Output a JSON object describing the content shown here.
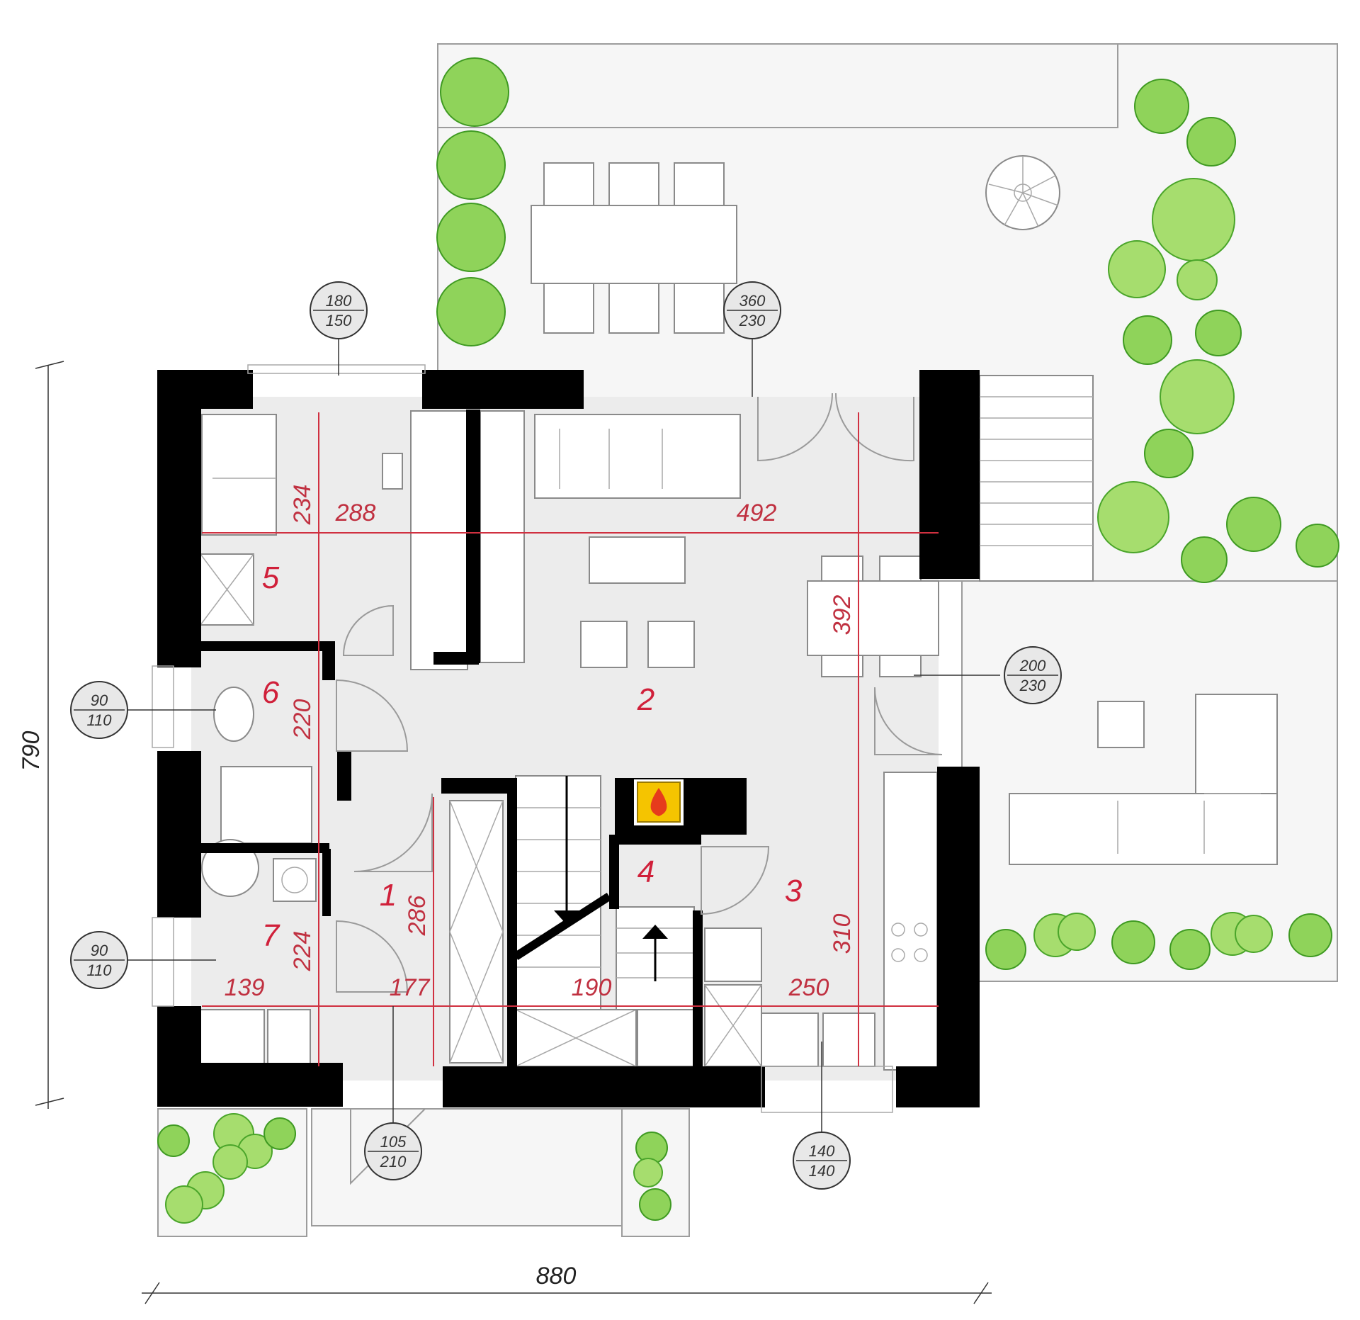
{
  "overall": {
    "height": "790",
    "width": "880"
  },
  "rooms": [
    {
      "number": "1"
    },
    {
      "number": "2"
    },
    {
      "number": "3"
    },
    {
      "number": "4"
    },
    {
      "number": "5"
    },
    {
      "number": "6"
    },
    {
      "number": "7"
    }
  ],
  "dimensions": {
    "d234": "234",
    "d288": "288",
    "d492": "492",
    "d392": "392",
    "d220": "220",
    "d286": "286",
    "d224": "224",
    "d310": "310",
    "d139": "139",
    "d177": "177",
    "d190": "190",
    "d250": "250"
  },
  "openings": [
    {
      "top": "180",
      "bottom": "150"
    },
    {
      "top": "360",
      "bottom": "230"
    },
    {
      "top": "90",
      "bottom": "110"
    },
    {
      "top": "200",
      "bottom": "230"
    },
    {
      "top": "90",
      "bottom": "110"
    },
    {
      "top": "105",
      "bottom": "210"
    },
    {
      "top": "140",
      "bottom": "140"
    }
  ],
  "colors": {
    "wall": "#000000",
    "dimension": "#c03040",
    "plant": "#8fd35a",
    "fireplace": "#f5c400"
  }
}
